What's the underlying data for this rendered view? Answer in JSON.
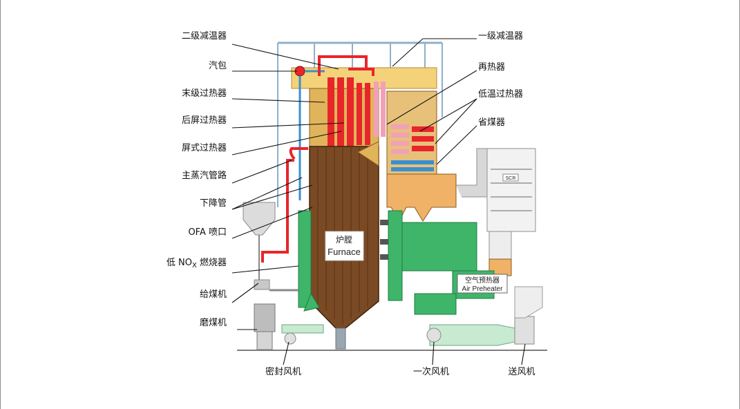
{
  "labels_left": {
    "secondary_attemperator": "二级减温器",
    "steam_drum": "汽包",
    "final_superheater": "末级过热器",
    "rear_platen_superheater": "后屏过热器",
    "platen_superheater": "屏式过热器",
    "main_steam_pipe": "主蒸汽管路",
    "downcomer": "下降管",
    "ofa_nozzle": "OFA 喷口",
    "low_nox_burner_prefix": "低 NO",
    "low_nox_burner_sub": "X",
    "low_nox_burner_suffix": " 燃烧器",
    "coal_feeder": "给煤机",
    "coal_mill": "磨煤机"
  },
  "labels_right": {
    "primary_attemperator": "一级减温器",
    "reheater": "再热器",
    "low_temp_superheater": "低温过热器",
    "economizer": "省煤器"
  },
  "labels_bottom": {
    "seal_fan": "密封风机",
    "primary_air_fan": "一次风机",
    "forced_draft_fan": "送风机"
  },
  "furnace": {
    "cn": "炉膛",
    "en": "Furnace"
  },
  "air_preheater": {
    "cn": "空气预热器",
    "en": "Air Preheater"
  },
  "scr_tag": "SCR",
  "colors": {
    "furnace_brown": "#7a4a25",
    "top_gold": "#e0b45a",
    "red_tubes": "#e8252b",
    "green_ducts": "#3fb56a",
    "blue_tubes": "#3a8fd0",
    "pink_tubes": "#f2a0b6",
    "orange_hopper": "#f0b266",
    "grey_scr": "#b9b9b9"
  }
}
